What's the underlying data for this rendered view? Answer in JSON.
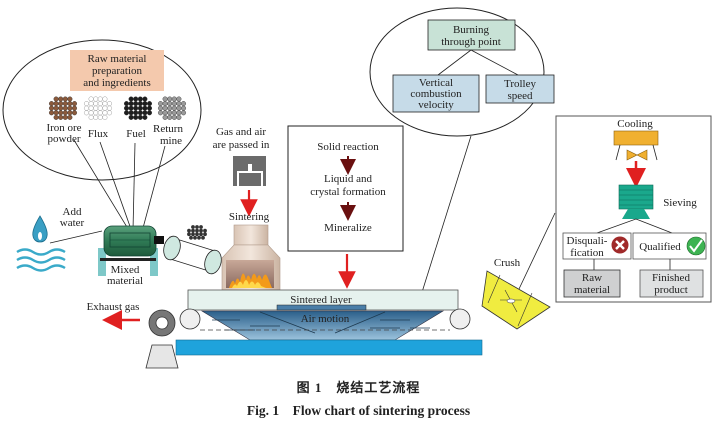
{
  "raw_material": {
    "title_lines": [
      "Raw material",
      "preparation",
      "and ingredients"
    ],
    "items": [
      {
        "lines": [
          "Iron ore",
          "powder"
        ],
        "color": "#8b5a3c"
      },
      {
        "lines": [
          "Flux"
        ],
        "color": "#ffffff"
      },
      {
        "lines": [
          "Fuel"
        ],
        "color": "#1e1e1e"
      },
      {
        "lines": [
          "Return",
          "mine"
        ],
        "color": "#9a9a9a"
      }
    ]
  },
  "water": {
    "lines": [
      "Add",
      "water"
    ]
  },
  "mixer": {
    "lines": [
      "Mixed",
      "material"
    ]
  },
  "exhaust": {
    "label": "Exhaust gas"
  },
  "gas": {
    "lines": [
      "Gas and air",
      "are passed in"
    ]
  },
  "sintering": {
    "label": "Sintering"
  },
  "reaction": {
    "steps": [
      "Solid reaction",
      "Liquid and",
      "crystal formation",
      "Mineralize"
    ]
  },
  "burning": {
    "root_lines": [
      "Burning",
      "through point"
    ],
    "left_lines": [
      "Vertical",
      "combustion",
      "velocity"
    ],
    "right_lines": [
      "Trolley",
      "speed"
    ]
  },
  "bed": {
    "sintered_layer": "Sintered layer",
    "air_motion": "Air motion"
  },
  "crush": {
    "label": "Crush"
  },
  "post": {
    "cooling": "Cooling",
    "sieving": "Sieving",
    "disq_lines": [
      "Disquali-",
      "fication"
    ],
    "qualified": "Qualified",
    "raw_lines": [
      "Raw",
      "material"
    ],
    "finished_lines": [
      "Finished",
      "product"
    ]
  },
  "colors": {
    "raw_title_bg": "#f4c9ad",
    "root_box": "#c8e2d6",
    "child_box": "#c6dbe8",
    "accent_red": "#e02020",
    "belt_blue": "#1fa3dc",
    "mixer_green": "#2f7a55",
    "sieve_teal": "#1aa88c",
    "cooler_orange": "#f0b030",
    "crush_yellow": "#f0ec40"
  },
  "caption": {
    "cn": "图 1　烧结工艺流程",
    "en": "Fig. 1　Flow chart of sintering process"
  }
}
